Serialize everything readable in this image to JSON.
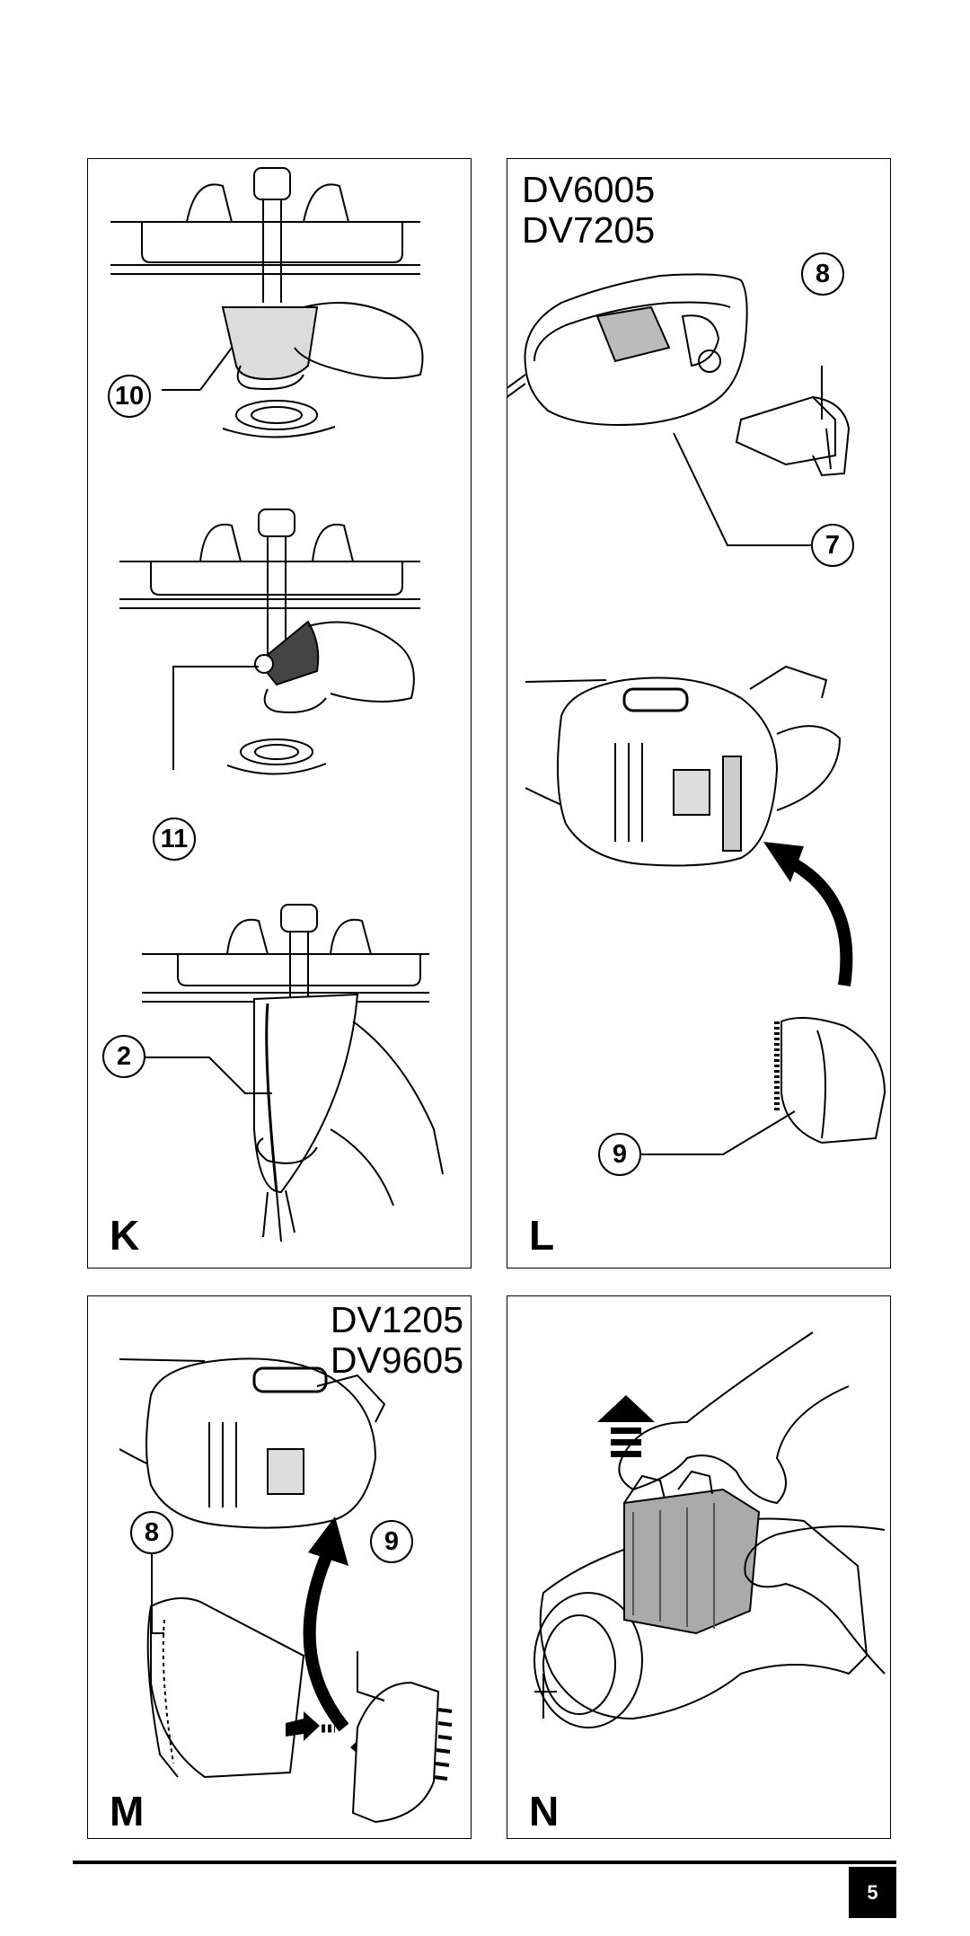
{
  "panels": {
    "k": {
      "letter": "K",
      "callouts": [
        "10",
        "11",
        "2"
      ]
    },
    "l": {
      "letter": "L",
      "models": [
        "DV6005",
        "DV7205"
      ],
      "callouts": [
        "8",
        "7",
        "9"
      ]
    },
    "m": {
      "letter": "M",
      "models": [
        "DV1205",
        "DV9605"
      ],
      "callouts": [
        "8",
        "9"
      ]
    },
    "n": {
      "letter": "N"
    }
  },
  "footer": {
    "page_number": "5"
  }
}
